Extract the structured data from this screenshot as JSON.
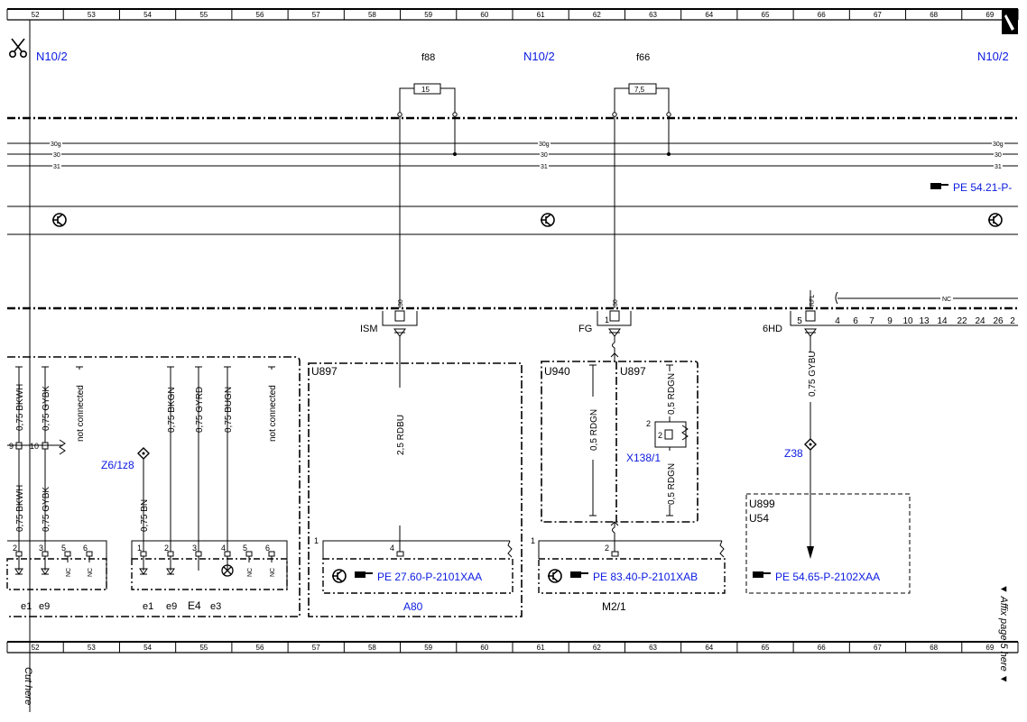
{
  "ruler": {
    "top_numbers": [
      "52",
      "53",
      "54",
      "55",
      "56",
      "57",
      "58",
      "59",
      "60",
      "61",
      "62",
      "63",
      "64",
      "65",
      "66",
      "67",
      "68",
      "69"
    ],
    "bottom_numbers": [
      "52",
      "53",
      "54",
      "55",
      "56",
      "57",
      "58",
      "59",
      "60",
      "61",
      "62",
      "63",
      "64",
      "65",
      "66",
      "67",
      "68",
      "69"
    ]
  },
  "margin": {
    "cut_here": "Cut here",
    "affix_page": "▼ Affix page 5 here ▼"
  },
  "modules": {
    "left": "N10/2",
    "center": "N10/2",
    "right": "N10/2"
  },
  "fuses": {
    "f88": {
      "name": "f88",
      "rating": "15"
    },
    "f66": {
      "name": "f66",
      "rating": "7,5"
    }
  },
  "bus": {
    "l30g": "30g",
    "l30": "30",
    "l31": "31",
    "ref": "PE 54.21-P-"
  },
  "connectors": {
    "ism": {
      "name": "ISM",
      "pin_label": "30"
    },
    "fg": {
      "name": "FG",
      "pin": "1",
      "pin_label": "30"
    },
    "sixhd": {
      "name": "6HD",
      "pin_label": "RFL",
      "nc_label": "NC",
      "pins": [
        "5",
        "4",
        "6",
        "7",
        "9",
        "10",
        "13",
        "14",
        "22",
        "24",
        "26",
        "2"
      ]
    }
  },
  "left_block": {
    "wires": [
      "0,75 BKWH",
      "0,75 GYBK",
      "not connected",
      "0,75 BKGN",
      "0,75 GYRD",
      "0,75 BUGN",
      "not connected"
    ],
    "lower_wires": [
      "0,75 BKWH",
      "0,75 GYBK",
      "0,75 BN"
    ],
    "pins_top": [
      "9",
      "10"
    ],
    "splice": "Z6/1z8",
    "comp1_pins": [
      "2",
      "3",
      "5",
      "6"
    ],
    "comp2_pins": [
      "1",
      "2",
      "3",
      "4",
      "5",
      "6"
    ],
    "nc": "NC",
    "labels_bottom": [
      "e1",
      "e9",
      "e1",
      "e9",
      "E4",
      "e3"
    ]
  },
  "a80": {
    "box": "U897",
    "wire": "2,5 RDBU",
    "pin1": "1",
    "pin4": "4",
    "ref": "PE 27.60-P-2101XAA",
    "name": "A80"
  },
  "m21": {
    "box_left": "U940",
    "box_right": "U897",
    "wire_left": "0,5 RDGN",
    "wire_right_top": "0,5 RDGN",
    "wire_right_bottom": "0,5 RDGN",
    "connector": "X138/1",
    "connector_pin": "2",
    "connector_pin_inner": "2",
    "pin1": "1",
    "pin2": "2",
    "ref": "PE 83.40-P-2101XAB",
    "name": "M2/1"
  },
  "z38": {
    "wire": "0,75 GYBU",
    "splice": "Z38",
    "box_line1": "U899",
    "box_line2": "U54",
    "ref": "PE 54.65-P-2102XAA"
  }
}
